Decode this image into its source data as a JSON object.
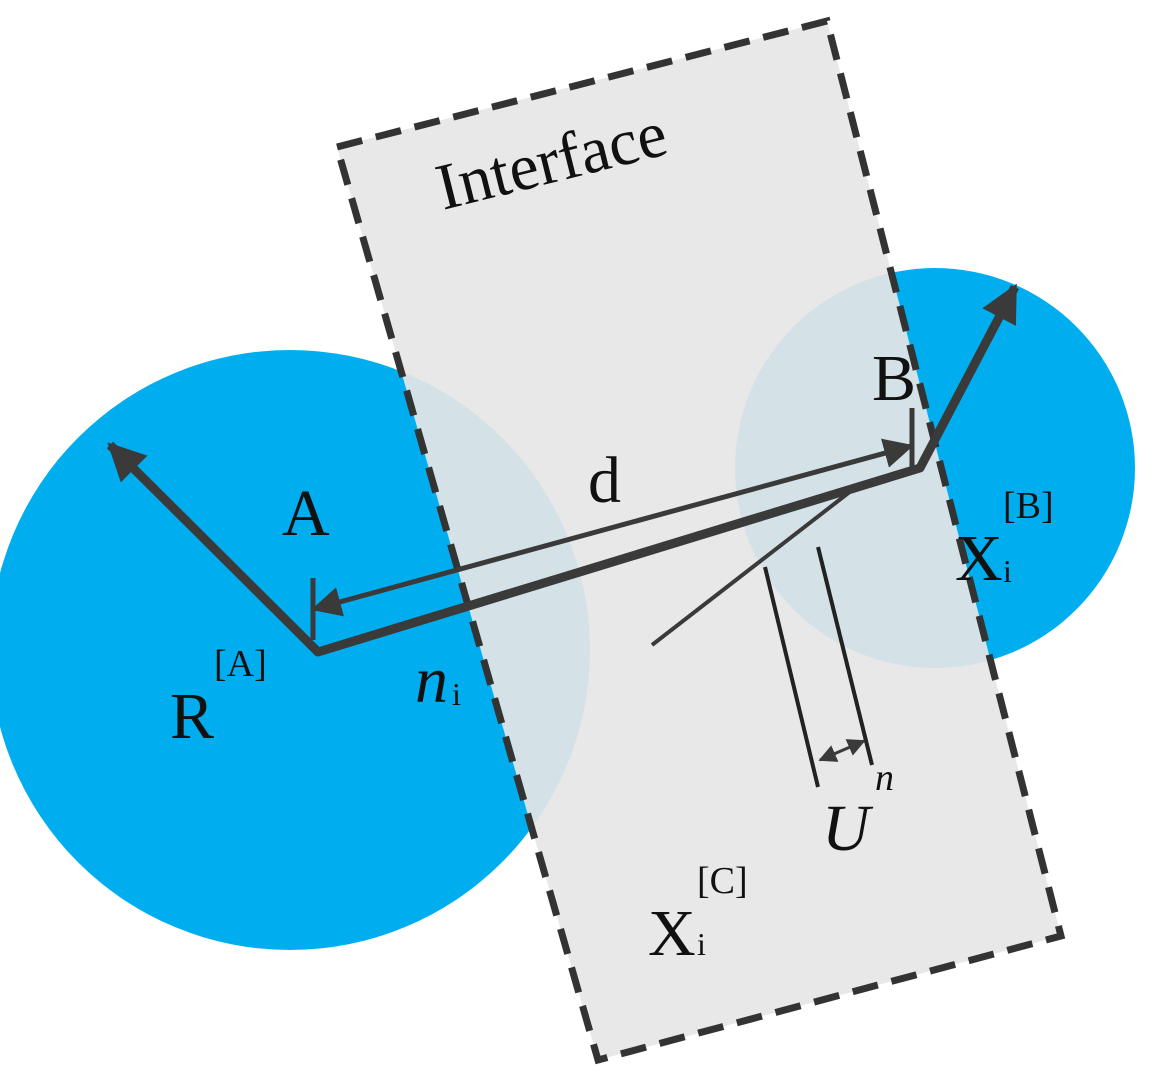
{
  "colors": {
    "particle_fill": "#00AEEF",
    "interface_fill": "#E6E6E6",
    "interface_border": "#333333",
    "arrow": "#3A3A3A",
    "text": "#111111"
  },
  "labels": {
    "interface": "Interface",
    "point_a": "A",
    "point_b": "B",
    "distance": "d",
    "r_a_base": "R",
    "r_a_sup": "[A]",
    "n_base": "n",
    "n_sub": "i",
    "x_b_base": "X",
    "x_b_sub": "i",
    "x_b_sup": "[B]",
    "x_c_base": "X",
    "x_c_sub": "i",
    "x_c_sup": "[C]",
    "u_base": "U",
    "u_sup": "n"
  }
}
